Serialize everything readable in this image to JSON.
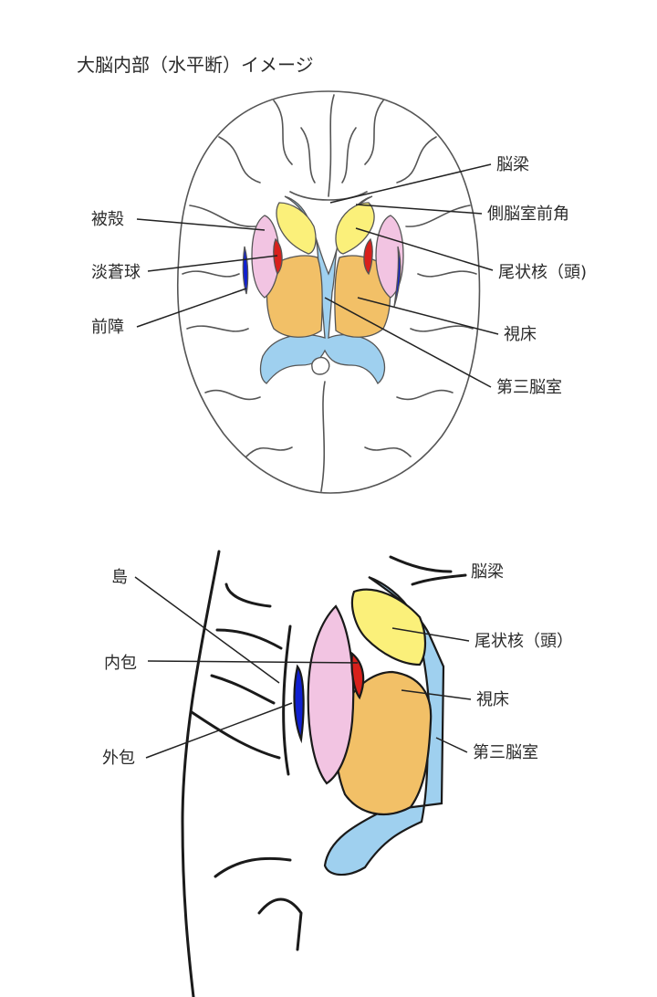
{
  "title": "大脳内部（水平断）イメージ",
  "top_labels": {
    "corpus_callosum": "脳梁",
    "anterior_horn": "側脳室前角",
    "caudate_head": "尾状核（頭)",
    "thalamus": "視床",
    "third_ventricle": "第三脳室",
    "putamen": "被殻",
    "globus_pallidus": "淡蒼球",
    "claustrum": "前障"
  },
  "bottom_labels": {
    "insula": "島",
    "internal_capsule": "内包",
    "external_capsule": "外包",
    "corpus_callosum": "脳梁",
    "caudate_head": "尾状核（頭）",
    "thalamus": "視床",
    "third_ventricle": "第三脳室"
  },
  "colors": {
    "ventricle": "#9fd0ef",
    "caudate": "#fbf07a",
    "thalamus": "#f2c067",
    "putamen": "#f2c4e2",
    "globus_pallidus": "#d8201c",
    "claustrum": "#1020d0"
  }
}
